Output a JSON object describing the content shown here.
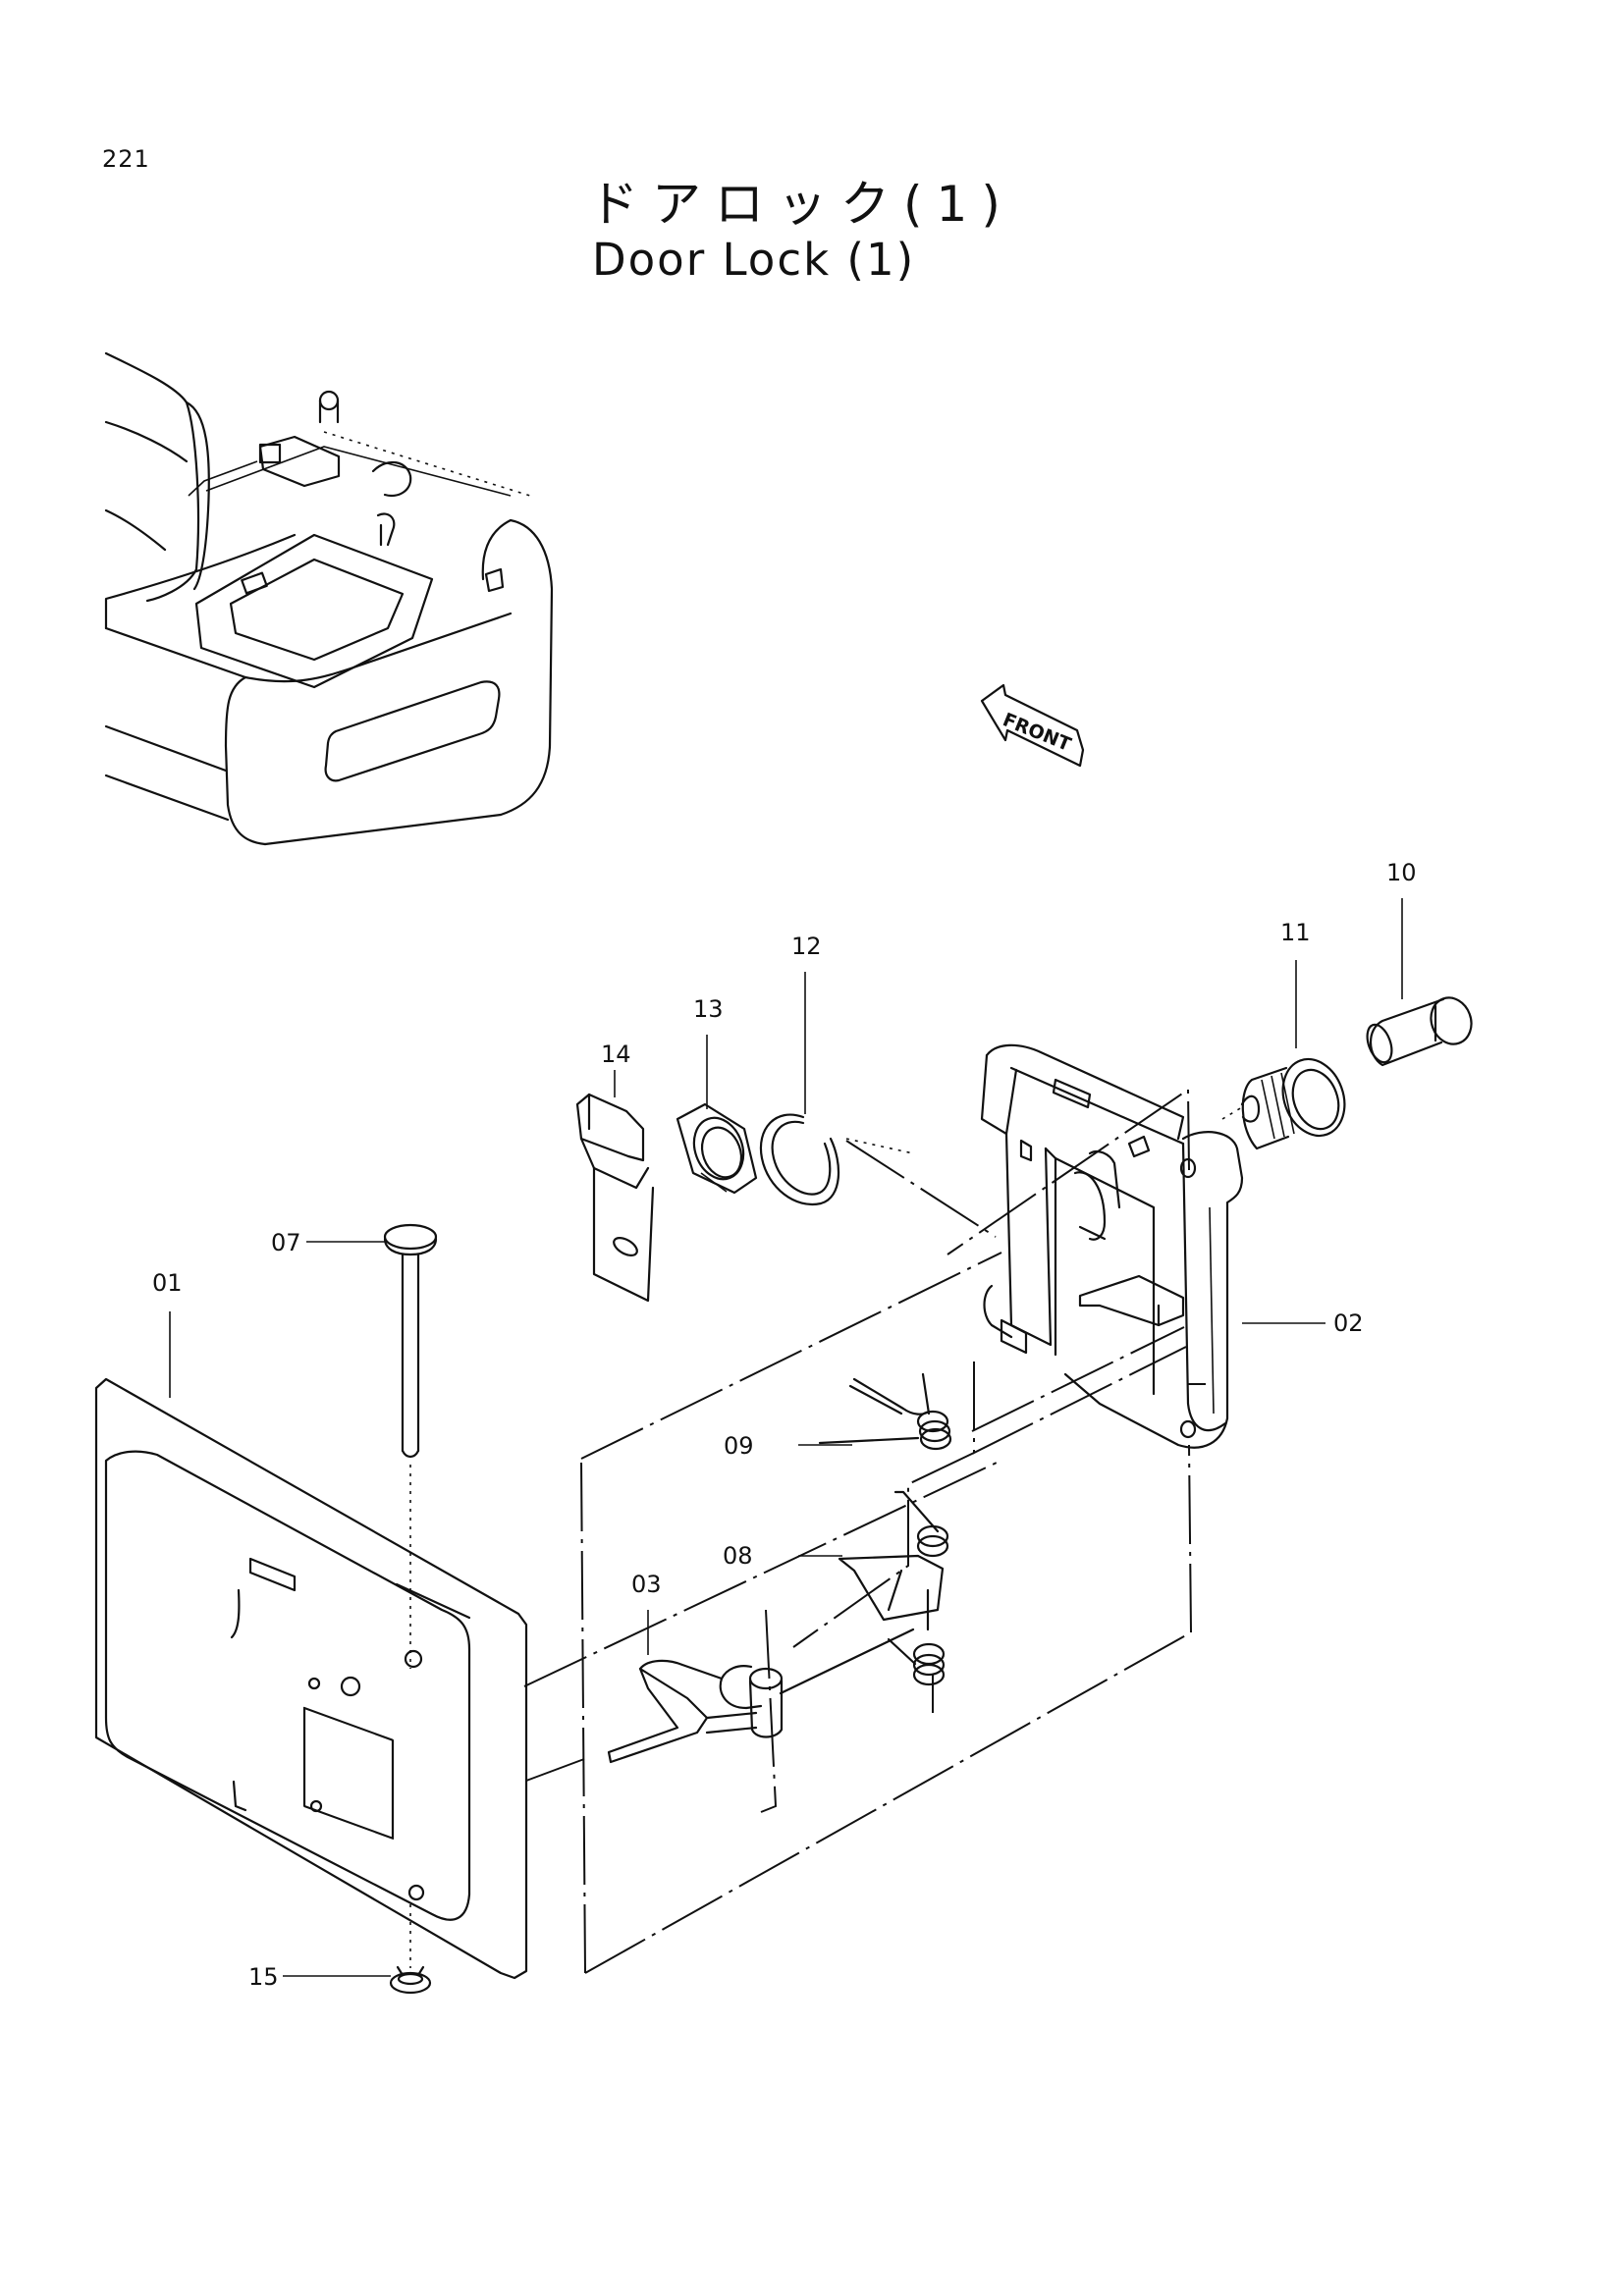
{
  "page_number": "221",
  "title_jp": "ドアロック(1)",
  "title_en": "Door Lock (1)",
  "direction_label": "FRONT",
  "callouts": [
    {
      "id": "01",
      "label": "01"
    },
    {
      "id": "02",
      "label": "02"
    },
    {
      "id": "03",
      "label": "03"
    },
    {
      "id": "07",
      "label": "07"
    },
    {
      "id": "08",
      "label": "08"
    },
    {
      "id": "09",
      "label": "09"
    },
    {
      "id": "10",
      "label": "10"
    },
    {
      "id": "11",
      "label": "11"
    },
    {
      "id": "12",
      "label": "12"
    },
    {
      "id": "13",
      "label": "13"
    },
    {
      "id": "14",
      "label": "14"
    },
    {
      "id": "15",
      "label": "15"
    }
  ]
}
